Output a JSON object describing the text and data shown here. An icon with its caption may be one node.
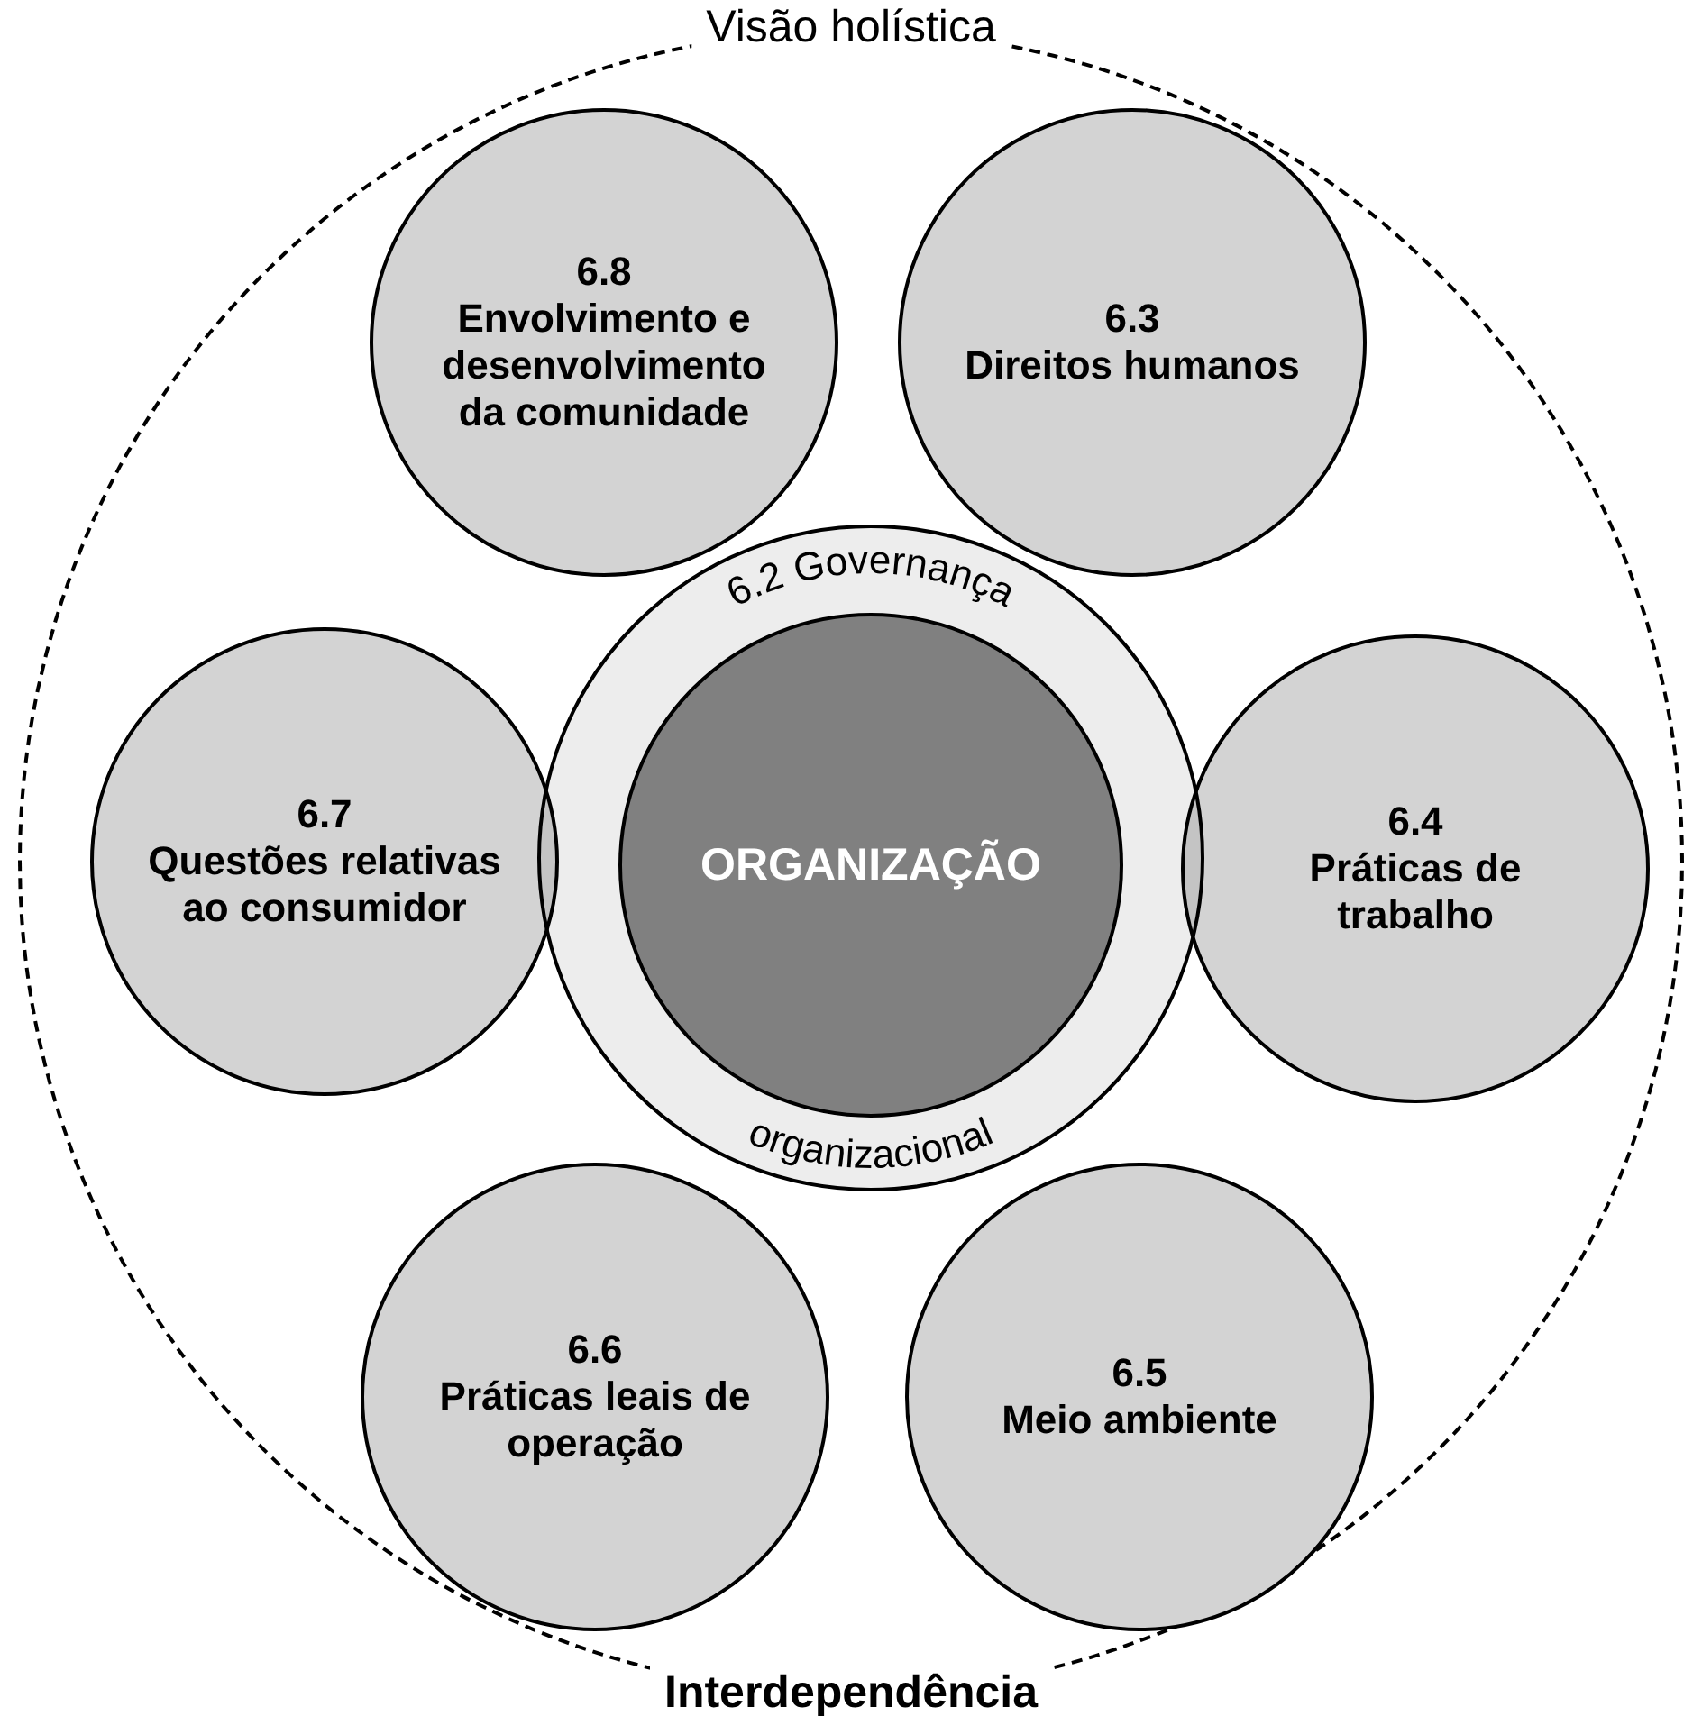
{
  "diagram": {
    "nodes": [
      {
        "text": [
          "Visão holística",
          "Interdependência"
        ]
      },
      {
        "text": [
          "6.2 Governança",
          "organizacional"
        ],
        "in": 0
      },
      {
        "text": [
          "ORGANIZAÇÃO"
        ],
        "in": 1
      },
      {
        "text": [
          "6.8",
          "Envolvimento e desenvolvimento da comunidade"
        ],
        "in": 0
      },
      {
        "text": [
          "6.3",
          "Direitos humanos"
        ],
        "in": 0
      },
      {
        "text": [
          "6.7",
          "Questões relativas ao consumidor"
        ],
        "in": 0
      },
      {
        "text": [
          "6.4",
          "Práticas de trabalho"
        ],
        "in": 0
      },
      {
        "text": [
          "6.6",
          "Práticas leais de operação"
        ],
        "in": 0
      },
      {
        "text": [
          "6.5",
          "Meio ambiente"
        ],
        "in": 0
      }
    ]
  }
}
